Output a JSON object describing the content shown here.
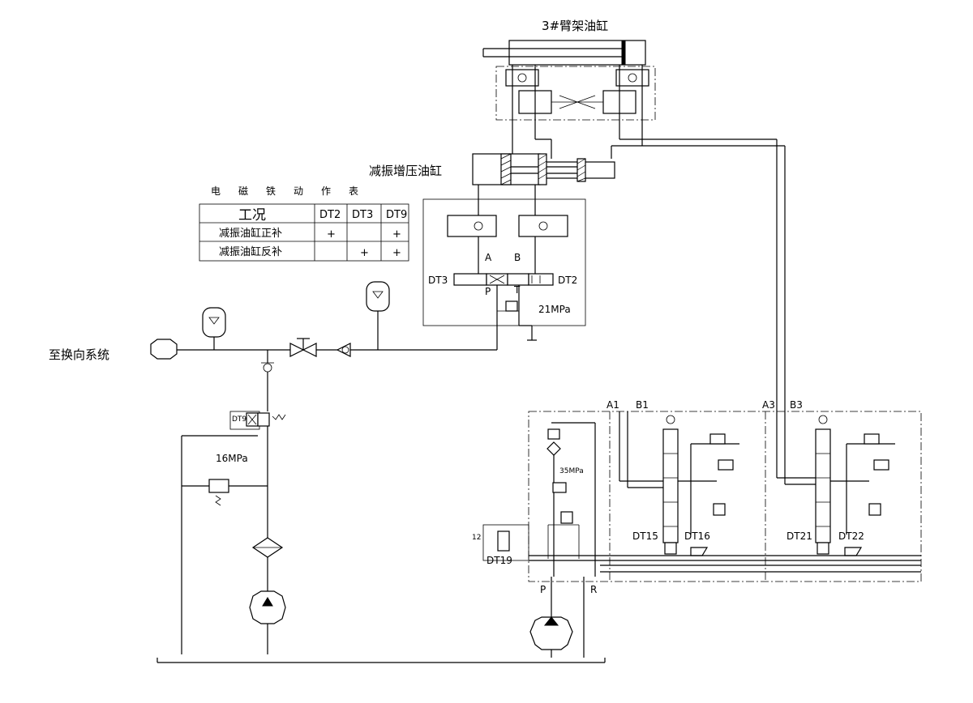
{
  "title_boom_cylinder": "3#臂架油缸",
  "title_damping_cylinder": "减振增压油缸",
  "label_to_steering": "至换向系统",
  "table": {
    "caption": "电磁铁动作表",
    "headers": [
      "工况",
      "DT2",
      "DT3",
      "DT9"
    ],
    "rows": [
      [
        "减振油缸正补",
        "+",
        "",
        "+"
      ],
      [
        "减振油缸反补",
        "",
        "+",
        "+"
      ]
    ]
  },
  "valve_labels": {
    "port_a": "A",
    "port_b": "B",
    "port_p": "P",
    "port_t": "T",
    "dt3": "DT3",
    "dt2": "DT2",
    "dt9": "DT9",
    "relief_21": "21MPa",
    "relief_16": "16MPa",
    "relief_35": "35MPa",
    "port_a1": "A1",
    "port_b1": "B1",
    "port_a3": "A3",
    "port_b3": "B3",
    "dt15": "DT15",
    "dt16": "DT16",
    "dt21": "DT21",
    "dt22": "DT22",
    "dt19": "DT19",
    "num_12": "12",
    "port_p2": "P",
    "port_r": "R"
  }
}
